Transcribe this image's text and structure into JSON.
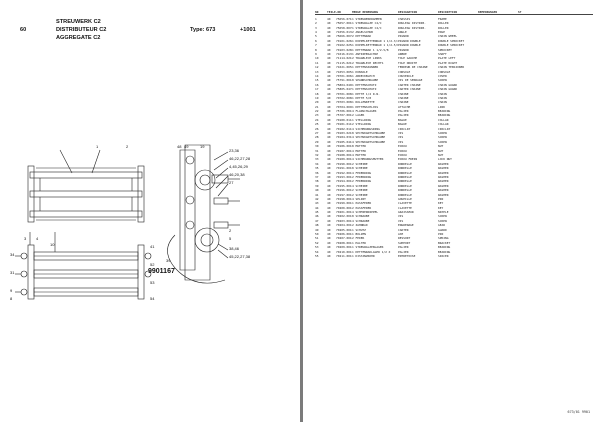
{
  "header": {
    "section": "60",
    "title_de": "STREUWERK C2",
    "title_fr": "DISTRIBUTEUR C2",
    "title_en": "AGGREGATE C2",
    "type_label": "Type: 673",
    "serial": "+1001"
  },
  "drawing_number": "9901167",
  "callouts": [
    "1",
    "2",
    "3",
    "4",
    "48",
    "49",
    "19",
    "23,36",
    "46,22,27,28",
    "4,45,26,29",
    "46,20,38",
    "27",
    "2",
    "5",
    "38,46",
    "45,22,27,38",
    "39",
    "10",
    "34",
    "31",
    "9",
    "8",
    "41",
    "52",
    "53",
    "54"
  ],
  "table": {
    "columns": [
      "NR",
      "TEILE-NR",
      "MENGE BENENNUNG",
      "DESIGNATION",
      "DESCRIPTION",
      "BEMERKUNGEN",
      "ST"
    ],
    "rows": [
      [
        "1",
        "40",
        "75656.0710",
        "1 STREUWERKRAHMEN",
        "CHASSIS",
        "FRAME"
      ],
      [
        "2",
        "40",
        "75657.0010",
        "1 STREUWALZE C2/C",
        "ROULEAU DISTRIB.",
        "ROLLER"
      ],
      [
        "3",
        "40",
        "75658.0070",
        "1 STREUWALZE C2/C",
        "ROULEAU DISTRIB.",
        "ROLLER"
      ],
      [
        "4",
        "40",
        "71056.0130",
        "2 ANGELSCHUB",
        "ANGLE",
        "EDGE"
      ],
      [
        "5",
        "40",
        "75666.0070",
        "2 KETTENRAD",
        "PIGNON",
        "CHAIN WHEEL"
      ],
      [
        "6",
        "40",
        "70101.0260",
        "1 DOPPELKETTENRAD 1 1/2-3/4 Z=18",
        "PIGNON DOUBLE",
        "DOUBLE SPROCKET"
      ],
      [
        "7",
        "40",
        "70102.0250",
        "1 DOPPELKETTENRAD 1 1/2-5/8 Z=14",
        "PIGNON DOUBLE",
        "DOUBLE SPROCKET"
      ],
      [
        "8",
        "40",
        "70103.0280",
        "1 KETTENRAD 1 1/2-5/8",
        "PIGNON",
        "SPROCKET"
      ],
      [
        "9",
        "40",
        "71016.0130",
        "1 ANTRIEBSACHSE",
        "ARBRE",
        "SHAFT"
      ],
      [
        "10",
        "40",
        "71114.0210",
        "2 TRAGBLECH LINKS",
        "TOLE GAUCHE",
        "PLATE LEFT"
      ],
      [
        "11",
        "40",
        "71115.0210",
        "2 TRAGBLECH RECHTS",
        "TOLE DROITE",
        "PLATE RIGHT"
      ],
      [
        "12",
        "40",
        "71021.0050",
        "1 KETTENSPANNER",
        "TENDEUR DE CHAINE",
        "CHAIN TENSIONER"
      ],
      [
        "13",
        "40",
        "71053.0050",
        "1 KONSOLE",
        "CONSOLE",
        "CONSOLE"
      ],
      [
        "14",
        "40",
        "70701.0060",
        "1 ABDECKBLECH",
        "COUVERCLE",
        "COVER"
      ],
      [
        "15",
        "40",
        "75791.0018",
        "8 SPANNSCHRAUBE",
        "VIS DE SERRAGE",
        "SCREW"
      ],
      [
        "16",
        "40",
        "75804.0490",
        "1 KETTENSCHUTZ",
        "CARTER CHAINE",
        "CHAIN GUARD"
      ],
      [
        "17",
        "40",
        "75805.0470",
        "1 KETTENSCHUTZ",
        "CARTER CHAINE",
        "CHAIN GUARD"
      ],
      [
        "18",
        "40",
        "70701.0080",
        "1 KETTE 1/2 R.N.",
        "CHAINE",
        "CHAIN"
      ],
      [
        "19",
        "40",
        "70702.0080",
        "1 KETTE 5/8",
        "CHAINE",
        "CHAIN"
      ],
      [
        "20",
        "40",
        "70703.0080",
        "1 ROLLENKETTE",
        "CHAINE",
        "CHAIN"
      ],
      [
        "21",
        "40",
        "70704.0090",
        "1 KETTENSCHLOSS",
        "ATTACHE",
        "LINK"
      ],
      [
        "22",
        "40",
        "75706.0010",
        "4 FLANSCHLAGER",
        "PALIER",
        "BEARING"
      ],
      [
        "23",
        "40",
        "75707.0010",
        "2 LAGER",
        "PALIER",
        "BEARING"
      ],
      [
        "24",
        "40",
        "70180.0118",
        "1 STELLRING",
        "BAGUE",
        "COLLAR"
      ],
      [
        "25",
        "40",
        "70181.0110",
        "2 STELLRING",
        "BAGUE",
        "COLLAR"
      ],
      [
        "26",
        "40",
        "70182.0110",
        "4 SICHERUNGSRING",
        "CIRCLIP",
        "CIRCLIP"
      ],
      [
        "27",
        "40",
        "70183.0210",
        "8 SECHSKANTSCHRAUBE",
        "VIS",
        "SCREW"
      ],
      [
        "28",
        "40",
        "70184.0310",
        "4 SECHSKANTSCHRAUBE",
        "VIS",
        "SCREW"
      ],
      [
        "29",
        "40",
        "70185.0410",
        "4 SECHSKANTSCHRAUBE",
        "VIS",
        "SCREW"
      ],
      [
        "30",
        "40",
        "70186.0010",
        "8 MUTTER",
        "ECROU",
        "NUT"
      ],
      [
        "31",
        "40",
        "70187.0010",
        "4 MUTTER",
        "ECROU",
        "NUT"
      ],
      [
        "32",
        "40",
        "70188.0010",
        "4 MUTTER",
        "ECROU",
        "NUT"
      ],
      [
        "33",
        "40",
        "70189.0010",
        "4 SICHERUNGSMUTTER",
        "ECROU FREIN",
        "LOCK NUT"
      ],
      [
        "34",
        "40",
        "70190.0010",
        "2 SCHEIBE",
        "RONDELLE",
        "WASHER"
      ],
      [
        "35",
        "40",
        "70191.0010",
        "8 SCHEIBE",
        "RONDELLE",
        "WASHER"
      ],
      [
        "36",
        "40",
        "70192.0010",
        "4 FEDERRING",
        "RONDELLE",
        "WASHER"
      ],
      [
        "37",
        "40",
        "70193.0010",
        "2 FEDERRING",
        "RONDELLE",
        "WASHER"
      ],
      [
        "38",
        "40",
        "70194.0010",
        "2 FEDERRING",
        "RONDELLE",
        "WASHER"
      ],
      [
        "39",
        "40",
        "70195.0010",
        "4 SCHEIBE",
        "RONDELLE",
        "WASHER"
      ],
      [
        "40",
        "40",
        "70196.0010",
        "2 SCHEIBE",
        "RONDELLE",
        "WASHER"
      ],
      [
        "41",
        "40",
        "70197.0010",
        "2 SCHEIBE",
        "RONDELLE",
        "WASHER"
      ],
      [
        "42",
        "40",
        "70198.0010",
        "4 SPLINT",
        "GOUPILLE",
        "PIN"
      ],
      [
        "43",
        "40",
        "70199.0010",
        "1 PASSFEDER",
        "CLAVETTE",
        "KEY"
      ],
      [
        "44",
        "40",
        "70200.0010",
        "2 PASSFEDER",
        "CLAVETTE",
        "KEY"
      ],
      [
        "45",
        "40",
        "70201.0010",
        "4 SCHMIERNIPPEL",
        "GRAISSEUR",
        "NIPPLE"
      ],
      [
        "46",
        "40",
        "70202.0010",
        "8 SCHRAUBE",
        "VIS",
        "SCREW"
      ],
      [
        "47",
        "40",
        "70203.0010",
        "4 SCHRAUBE",
        "VIS",
        "SCREW"
      ],
      [
        "48",
        "40",
        "70204.0010",
        "2 ZAHNRAD",
        "ENGRENAGE",
        "GEAR"
      ],
      [
        "49",
        "40",
        "70205.0010",
        "1 SCHUTZ",
        "CARTER",
        "GUARD"
      ],
      [
        "50",
        "40",
        "70206.0010",
        "1 BOLZEN",
        "AXE",
        "PIN"
      ],
      [
        "51",
        "40",
        "70207.0010",
        "2 FEDER",
        "RESSORT",
        "SPRING"
      ],
      [
        "52",
        "40",
        "70208.0010",
        "1 HALTER",
        "SUPPORT",
        "BRACKET"
      ],
      [
        "53",
        "40",
        "70209.0010",
        "1 STREUWALZENLAGER",
        "PALIER",
        "BEARING"
      ],
      [
        "54",
        "40",
        "70210.0010",
        "1 KETTENRADLAGER 1/2 Z",
        "PALIER",
        "BEARING"
      ],
      [
        "55",
        "40",
        "70211.0010",
        "1 DISTANZROHR",
        "ENTRETOISE",
        "SPACER"
      ]
    ]
  },
  "footer_code": "673/01 9901"
}
